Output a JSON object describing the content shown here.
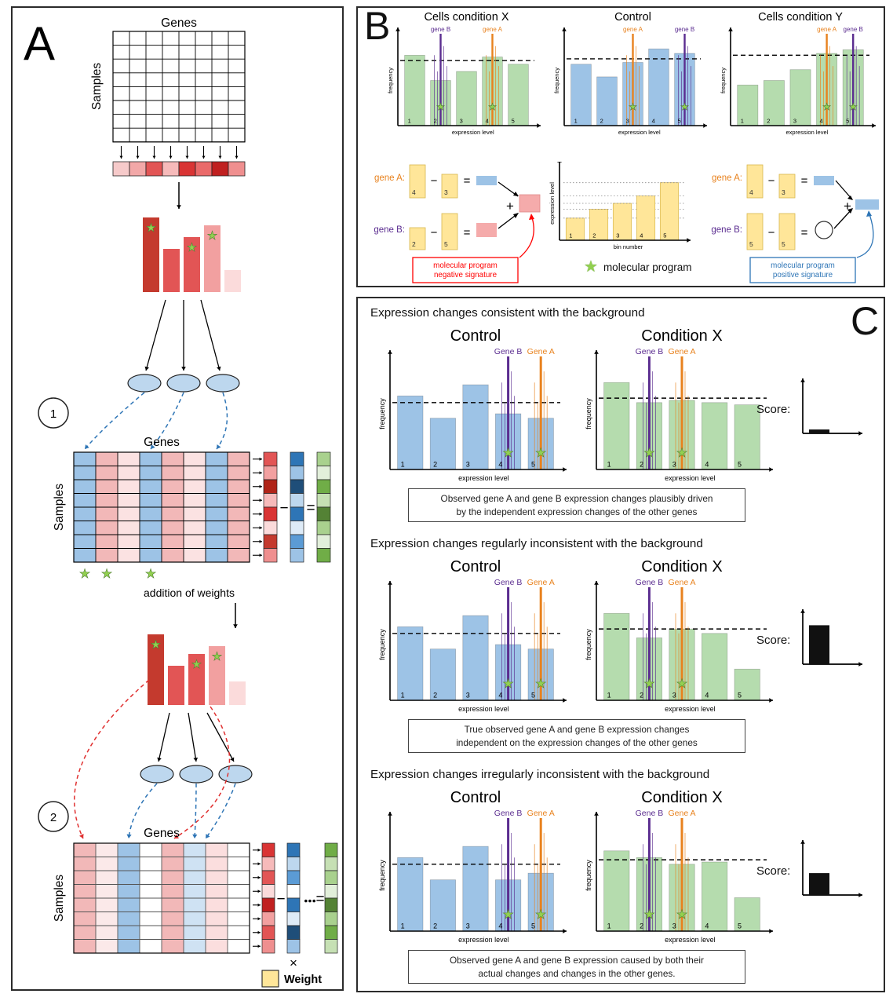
{
  "palette": {
    "star_green": "#92d050",
    "gene_a_orange": "#e8821e",
    "gene_b_purple": "#5b2d90",
    "control_blue": "#9dc3e6",
    "condition_green": "#b5dcae",
    "signature_negative_red": "#ff0000",
    "signature_positive_blue": "#2e75b6",
    "weight_yellow": "#ffe699"
  },
  "panelA": {
    "letter": "A",
    "genes_label": "Genes",
    "samples_label": "Samples",
    "step1": "1",
    "step2": "2",
    "addition_label": "addition of weights",
    "weight_label": "Weight",
    "times_sign": "×",
    "minus_sign": "−",
    "equals_sign": "=",
    "dots": "●●●",
    "top_row_colors": [
      "#f6caca",
      "#f2a8a8",
      "#e25555",
      "#f6baba",
      "#d93434",
      "#ea6a6a",
      "#c02020",
      "#ef8f8f"
    ],
    "bars1": {
      "heights": [
        0.95,
        0.55,
        0.7,
        0.85,
        0.28
      ],
      "colors": [
        "#c43a2e",
        "#e25555",
        "#e25555",
        "#f2a0a0",
        "#fbdbdb"
      ],
      "stars": [
        0,
        2,
        3
      ]
    },
    "matrix2_cols": [
      "#9dc3e6",
      "#f2b8b8",
      "#fbe2e2",
      "#9dc3e6",
      "#f2b8b8",
      "#fbe2e2",
      "#9dc3e6",
      "#f2b8b8"
    ],
    "matrix2_stars": [
      0,
      1,
      3
    ],
    "vec_red1": [
      "#e25555",
      "#f2a0a0",
      "#b02418",
      "#f6baba",
      "#d93434",
      "#fbdbdb",
      "#c43a2e",
      "#ef8f8f"
    ],
    "vec_blue1": [
      "#2e75b6",
      "#9dc3e6",
      "#1f4e79",
      "#bdd7ee",
      "#2e75b6",
      "#deebf7",
      "#5b9bd5",
      "#9dc3e6"
    ],
    "vec_green1": [
      "#a9d18e",
      "#e2efda",
      "#70ad47",
      "#c6e0b4",
      "#548235",
      "#a9d18e",
      "#e2efda",
      "#70ad47"
    ],
    "bars2": {
      "heights": [
        0.9,
        0.5,
        0.65,
        0.75,
        0.3
      ],
      "colors": [
        "#c43a2e",
        "#e25555",
        "#e25555",
        "#f2a0a0",
        "#fbdbdb"
      ],
      "stars": [
        0,
        2,
        3
      ]
    },
    "matrix3_cols": [
      "#f2b8b8",
      "#fbe9e9",
      "#9dc3e6",
      "#ffffff",
      "#f2b8b8",
      "#cfe2f3",
      "#fbdede",
      "#ffffff"
    ],
    "vec_red2": [
      "#d93434",
      "#f6baba",
      "#e25555",
      "#fbdbdb",
      "#c02020",
      "#f2a0a0",
      "#e25555",
      "#ef8f8f"
    ],
    "vec_blue2": [
      "#2e75b6",
      "#bdd7ee",
      "#5b9bd5",
      "#ffffff",
      "#2e75b6",
      "#deebf7",
      "#1f4e79",
      "#9dc3e6"
    ],
    "vec_green2": [
      "#70ad47",
      "#c6e0b4",
      "#a9d18e",
      "#e2efda",
      "#548235",
      "#a9d18e",
      "#70ad47",
      "#c6e0b4"
    ]
  },
  "panelB": {
    "letter": "B",
    "hists": [
      {
        "title": "Cells condition X",
        "ylabel": "frequency",
        "xlabel": "expression level",
        "color": "#b5dcae",
        "bars": [
          0.78,
          0.5,
          0.6,
          0.76,
          0.68
        ],
        "bins": [
          "1",
          "2",
          "3",
          "4",
          "5"
        ],
        "dash": 0.72,
        "stars": [
          1,
          3
        ],
        "genes": [
          {
            "label": "gene B",
            "color": "#5b2d90",
            "bin": 1
          },
          {
            "label": "gene A",
            "color": "#e8821e",
            "bin": 3
          }
        ]
      },
      {
        "title": "Control",
        "ylabel": "frequency",
        "xlabel": "expression level",
        "color": "#9dc3e6",
        "bars": [
          0.68,
          0.54,
          0.7,
          0.85,
          0.8
        ],
        "bins": [
          "1",
          "2",
          "3",
          "4",
          "5"
        ],
        "dash": 0.74,
        "stars": [
          2,
          4
        ],
        "genes": [
          {
            "label": "gene A",
            "color": "#e8821e",
            "bin": 2
          },
          {
            "label": "gene B",
            "color": "#5b2d90",
            "bin": 4
          }
        ]
      },
      {
        "title": "Cells condition Y",
        "ylabel": "frequency",
        "xlabel": "expression level",
        "color": "#b5dcae",
        "bars": [
          0.45,
          0.5,
          0.62,
          0.8,
          0.84
        ],
        "bins": [
          "1",
          "2",
          "3",
          "4",
          "5"
        ],
        "dash": 0.78,
        "stars": [
          3,
          4
        ],
        "genes": [
          {
            "label": "gene A",
            "color": "#e8821e",
            "bin": 3
          },
          {
            "label": "gene B",
            "color": "#5b2d90",
            "bin": 4
          }
        ]
      }
    ],
    "bin_chart": {
      "ylabel": "expression level",
      "xlabel": "bin number",
      "color": "#ffe699",
      "stroke": "#d8b74e",
      "bars": [
        0.3,
        0.42,
        0.5,
        0.6,
        0.78
      ],
      "bins": [
        "1",
        "2",
        "3",
        "4",
        "5"
      ],
      "dotted": true
    },
    "legend": {
      "star": "★",
      "label": "molecular program"
    },
    "negative": {
      "gene_a_label": "gene A:",
      "gene_a_minuend": "4",
      "gene_a_subtrahend": "3",
      "gene_b_label": "gene B:",
      "gene_b_minuend": "2",
      "gene_b_subtrahend": "5",
      "minus": "−",
      "equals": "=",
      "plus": "+",
      "box_line1": "molecular program",
      "box_line2": "negative signature"
    },
    "positive": {
      "gene_a_label": "gene A:",
      "gene_a_minuend": "4",
      "gene_a_subtrahend": "3",
      "gene_b_label": "gene B:",
      "gene_b_minuend": "5",
      "gene_b_subtrahend": "5",
      "minus": "−",
      "equals": "=",
      "plus": "+",
      "box_line1": "molecular program",
      "box_line2": "positive signature"
    }
  },
  "panelC": {
    "letter": "C",
    "sections": [
      {
        "heading": "Expression changes consistent with the background",
        "control": {
          "title": "Control",
          "big": true,
          "ylabel": "frequency",
          "xlabel": "expression level",
          "color": "#9dc3e6",
          "bars": [
            0.66,
            0.46,
            0.76,
            0.5,
            0.46
          ],
          "bins": [
            "1",
            "2",
            "3",
            "4",
            "5"
          ],
          "dash": 0.6,
          "stars": [
            3,
            4
          ],
          "genes": [
            {
              "label": "Gene B",
              "color": "#5b2d90",
              "bin": 3
            },
            {
              "label": "Gene A",
              "color": "#e8821e",
              "bin": 4
            }
          ]
        },
        "condition": {
          "title": "Condition X",
          "big": true,
          "ylabel": "frequency",
          "xlabel": "expression level",
          "color": "#b5dcae",
          "bars": [
            0.78,
            0.6,
            0.62,
            0.6,
            0.58
          ],
          "bins": [
            "1",
            "2",
            "3",
            "4",
            "5"
          ],
          "dash": 0.64,
          "stars": [
            1,
            2
          ],
          "genes": [
            {
              "label": "Gene B",
              "color": "#5b2d90",
              "bin": 1
            },
            {
              "label": "Gene A",
              "color": "#e8821e",
              "bin": 2
            }
          ]
        },
        "score_label": "Score:",
        "score": 0.08,
        "caption_line1": "Observed gene A and gene B expression changes plausibly driven",
        "caption_line2": "by the independent expression changes of the other genes"
      },
      {
        "heading": "Expression changes regularly inconsistent with the background",
        "control": {
          "title": "Control",
          "big": true,
          "ylabel": "frequency",
          "xlabel": "expression level",
          "color": "#9dc3e6",
          "bars": [
            0.66,
            0.46,
            0.76,
            0.5,
            0.46
          ],
          "bins": [
            "1",
            "2",
            "3",
            "4",
            "5"
          ],
          "dash": 0.6,
          "stars": [
            3,
            4
          ],
          "genes": [
            {
              "label": "Gene B",
              "color": "#5b2d90",
              "bin": 3
            },
            {
              "label": "Gene A",
              "color": "#e8821e",
              "bin": 4
            }
          ]
        },
        "condition": {
          "title": "Condition X",
          "big": true,
          "ylabel": "frequency",
          "xlabel": "expression level",
          "color": "#b5dcae",
          "bars": [
            0.78,
            0.56,
            0.64,
            0.6,
            0.28
          ],
          "bins": [
            "1",
            "2",
            "3",
            "4",
            "5"
          ],
          "dash": 0.64,
          "stars": [
            1,
            2
          ],
          "genes": [
            {
              "label": "Gene B",
              "color": "#5b2d90",
              "bin": 1
            },
            {
              "label": "Gene A",
              "color": "#e8821e",
              "bin": 2
            }
          ]
        },
        "score_label": "Score:",
        "score": 0.8,
        "caption_line1": "True observed gene A and gene B expression changes",
        "caption_line2": "independent on the expression changes of the other genes"
      },
      {
        "heading": "Expression changes irregularly inconsistent with the background",
        "control": {
          "title": "Control",
          "big": true,
          "ylabel": "frequency",
          "xlabel": "expression level",
          "color": "#9dc3e6",
          "bars": [
            0.66,
            0.46,
            0.76,
            0.46,
            0.52
          ],
          "bins": [
            "1",
            "2",
            "3",
            "4",
            "5"
          ],
          "dash": 0.6,
          "stars": [
            3,
            4
          ],
          "genes": [
            {
              "label": "Gene B",
              "color": "#5b2d90",
              "bin": 3
            },
            {
              "label": "Gene A",
              "color": "#e8821e",
              "bin": 4
            }
          ]
        },
        "condition": {
          "title": "Condition X",
          "big": true,
          "ylabel": "frequency",
          "xlabel": "expression level",
          "color": "#b5dcae",
          "bars": [
            0.72,
            0.66,
            0.6,
            0.62,
            0.3
          ],
          "bins": [
            "1",
            "2",
            "3",
            "4",
            "5"
          ],
          "dash": 0.64,
          "stars": [
            1,
            2
          ],
          "genes": [
            {
              "label": "Gene B",
              "color": "#5b2d90",
              "bin": 1
            },
            {
              "label": "Gene A",
              "color": "#e8821e",
              "bin": 2
            }
          ]
        },
        "score_label": "Score:",
        "score": 0.45,
        "caption_line1": "Observed gene A and gene B expression caused by both their",
        "caption_line2": "actual changes and changes in the other genes."
      }
    ]
  }
}
